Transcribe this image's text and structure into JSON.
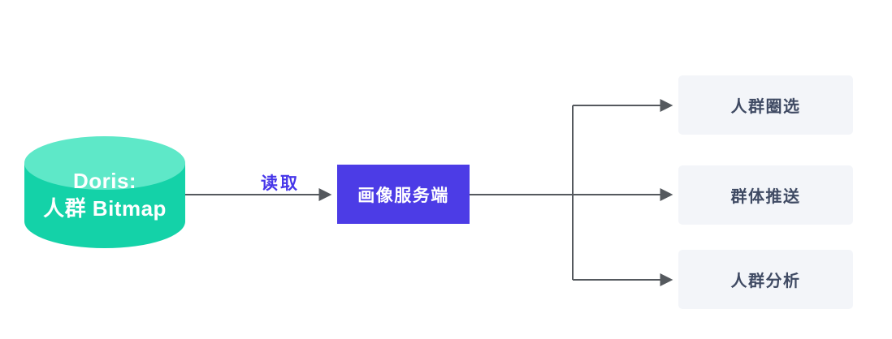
{
  "diagram": {
    "source": {
      "title_line1": "Doris:",
      "title_line2": "人群 Bitmap"
    },
    "edge_label": "读取",
    "server": {
      "label": "画像服务端"
    },
    "targets": [
      {
        "label": "人群圈选"
      },
      {
        "label": "群体推送"
      },
      {
        "label": "人群分析"
      }
    ],
    "colors": {
      "cylinder_body": "#14d2a8",
      "cylinder_top": "#5ee8c8",
      "server_bg": "#4c3ce6",
      "server_text": "#ffffff",
      "cylinder_text": "#ffffff",
      "edge_label_color": "#4636e9",
      "target_bg": "#f3f5f9",
      "target_text": "#3f4a63",
      "connector_line": "#55595e",
      "background": "#ffffff"
    }
  }
}
